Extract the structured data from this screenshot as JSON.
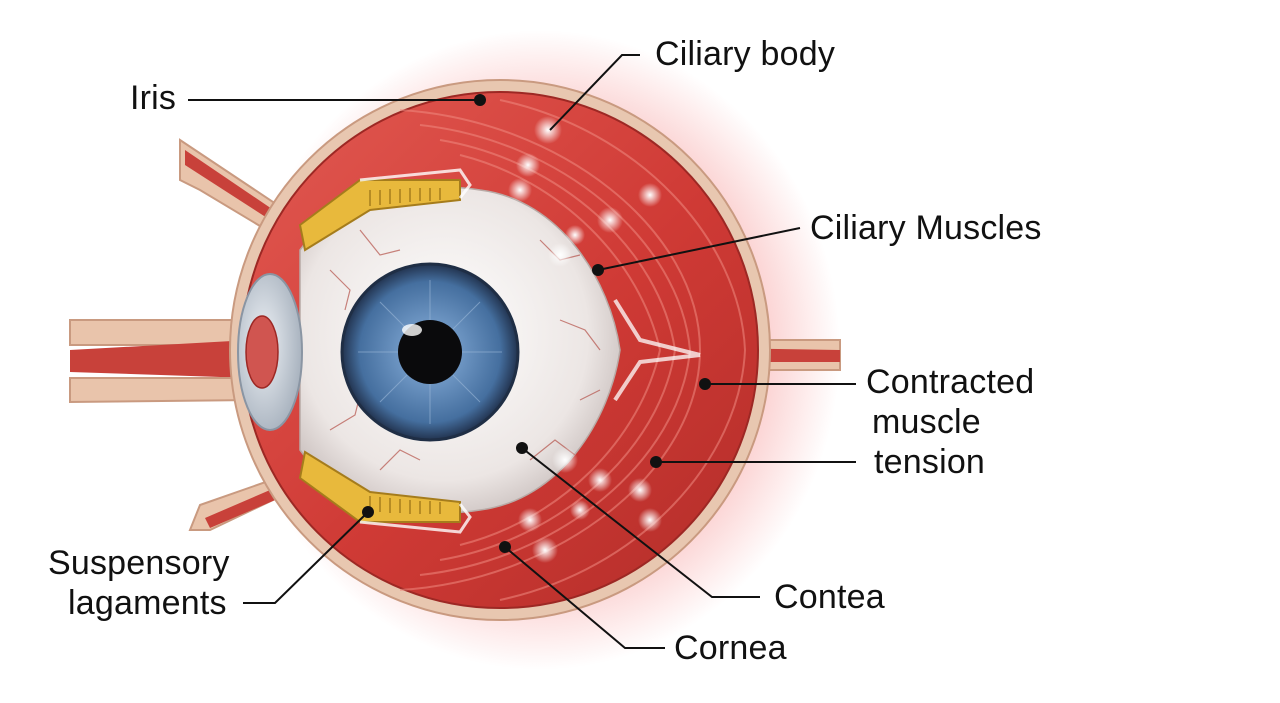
{
  "labels": {
    "iris": "Iris",
    "ciliary_body": "Ciliary body",
    "ciliary_muscles": "Ciliary Muscles",
    "contracted_line1": "Contracted",
    "contracted_line2": "muscle",
    "contracted_line3": "tension",
    "suspensory_line1": "Suspensory",
    "suspensory_line2": "lagaments",
    "contea": "Contea",
    "cornea": "Cornea"
  },
  "colors": {
    "muscle": "#d9443f",
    "muscle_dark": "#a82a27",
    "sclera": "#f2ecea",
    "iris_blue": "#4f7eb6",
    "ligament": "#e8b93c",
    "skin": "#e8c7b0",
    "glow": "#f36b6b"
  }
}
